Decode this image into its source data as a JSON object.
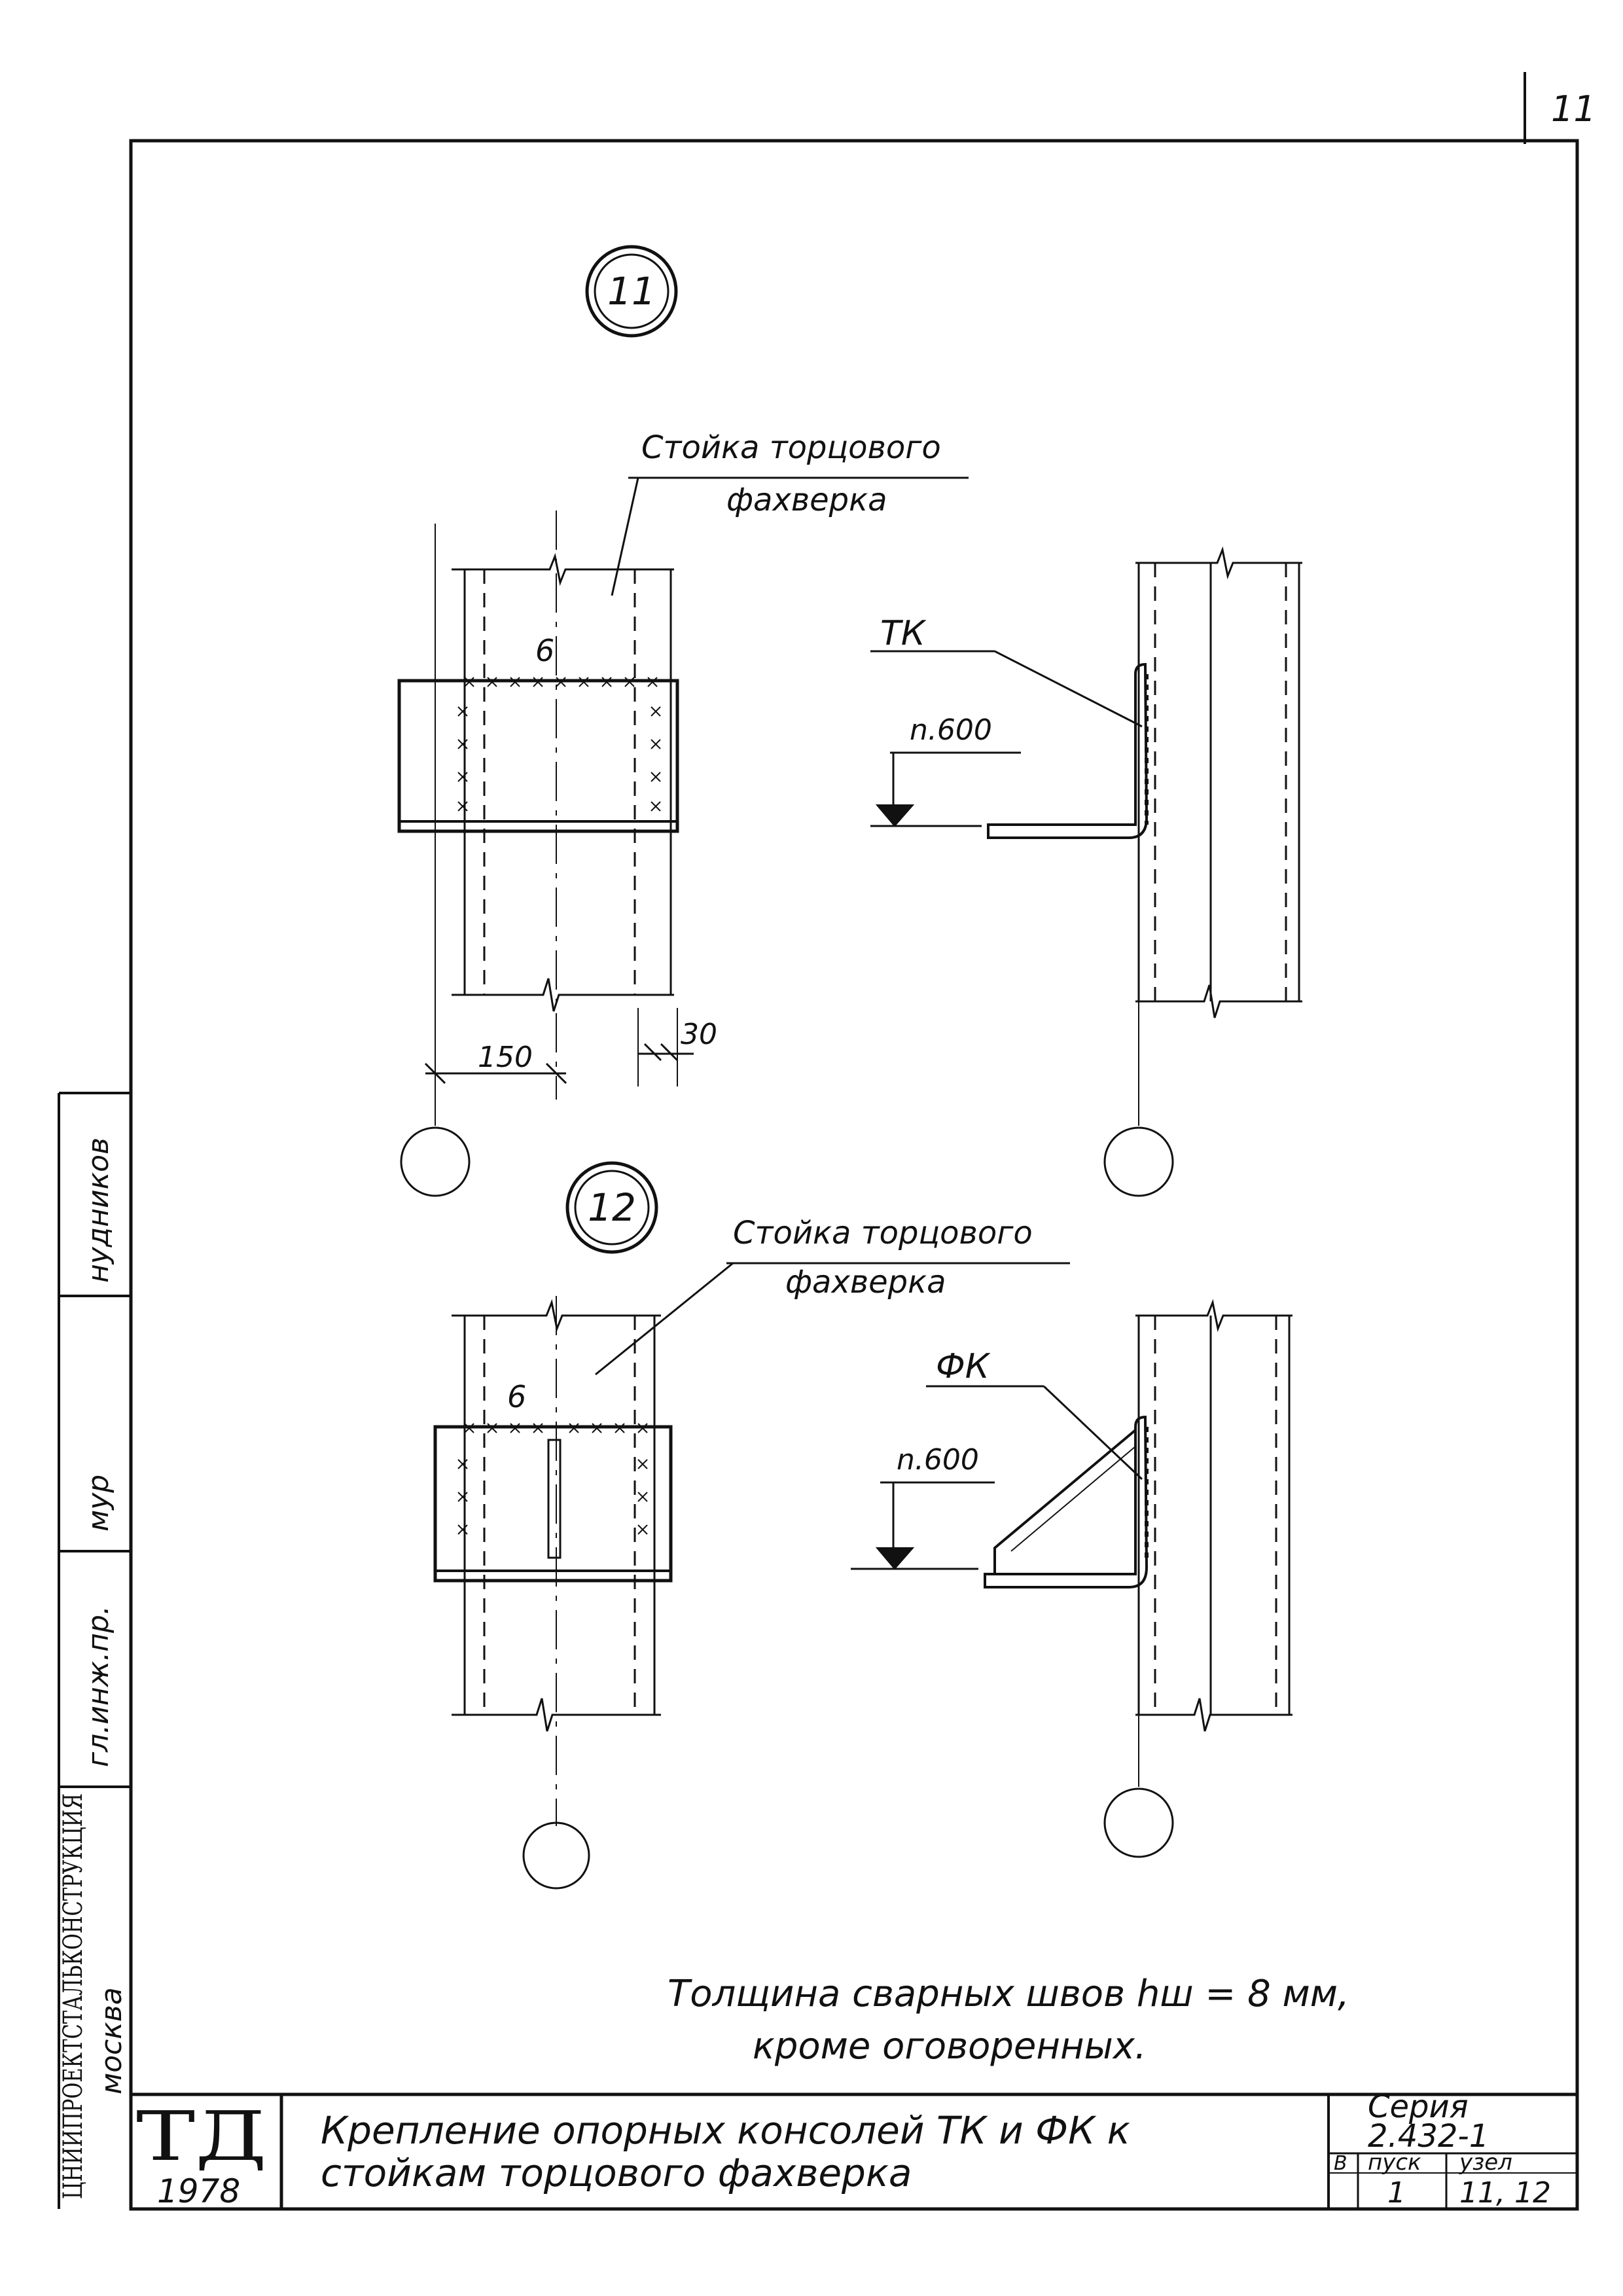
{
  "sheet": {
    "page_number": "11",
    "year": "1978",
    "logo_text": "ТД"
  },
  "node_11": {
    "number": "11",
    "column_label_line1": "Стойка торцового",
    "column_label_line2": "фахверка",
    "weld_size": "6",
    "bracket_label": "ТК",
    "level_mark": "n.600",
    "dim_left": "150",
    "dim_right": "30"
  },
  "node_12": {
    "number": "12",
    "column_label_line1": "Стойка торцового",
    "column_label_line2": "фахверка",
    "weld_size": "6",
    "bracket_label": "ФК",
    "level_mark": "n.600"
  },
  "note": {
    "line1": "Толщина сварных швов  hш = 8 мм,",
    "line2": "кроме оговоренных."
  },
  "side_stamps": {
    "s1": "нудников",
    "s2": "мур",
    "s3": "гл.инж.пр.",
    "s4": "ЦНИИПРОЕКТСТАЛЬКОНСТРУКЦИЯ",
    "s5": "москва"
  },
  "title_block": {
    "title_line1": "Крепление опорных консолей ТК и ФК к",
    "title_line2": "стойкам торцового  фахверка",
    "series_label": "Серия",
    "series_value": "2.432-1",
    "col_release": "пуск",
    "col_node": "узел",
    "col_r": "В",
    "release_value": "1",
    "node_value": "11, 12"
  }
}
